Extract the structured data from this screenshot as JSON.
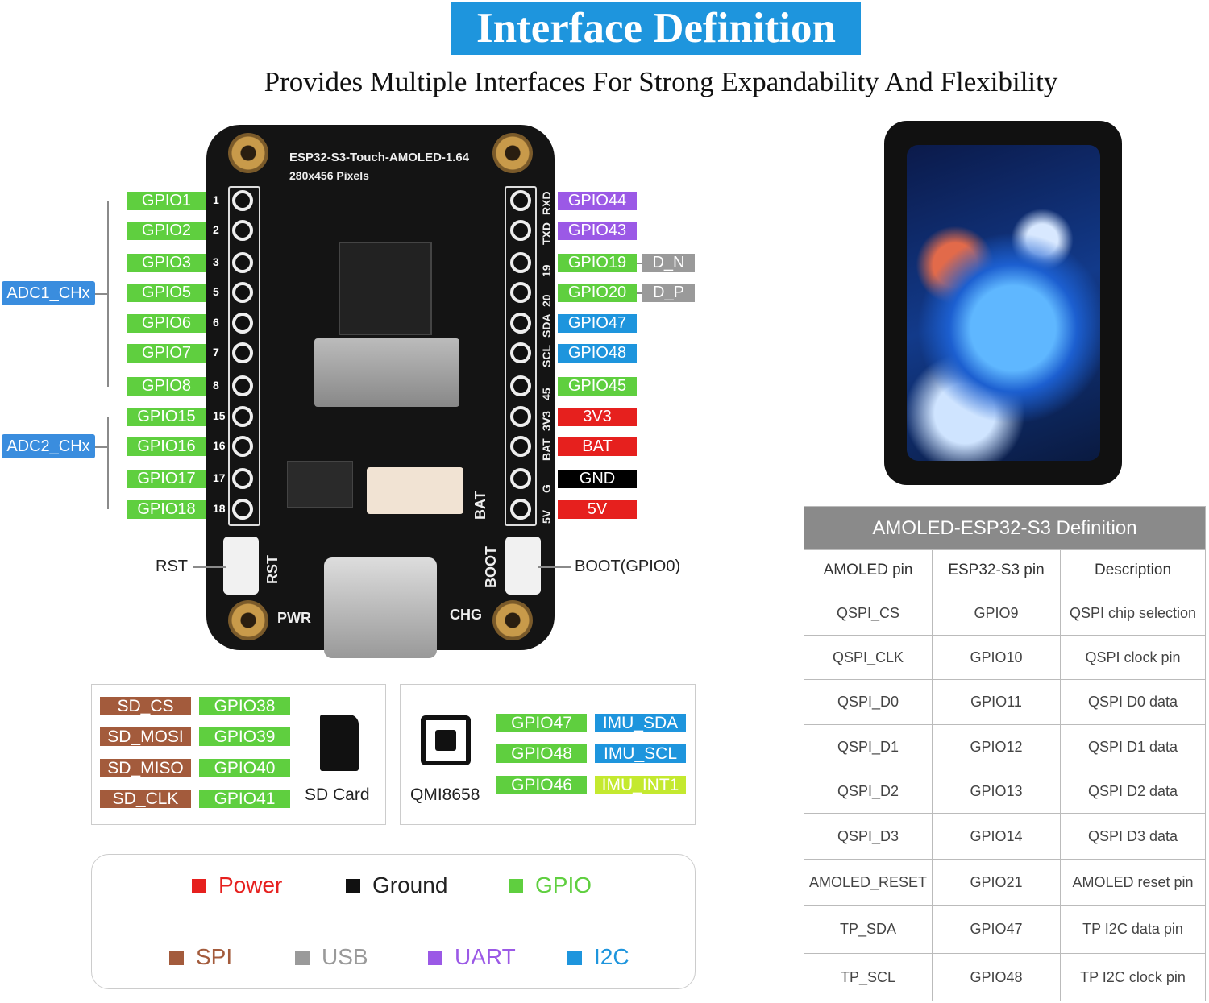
{
  "title": "Interface Definition",
  "subtitle": "Provides Multiple Interfaces For Strong Expandability And Flexibility",
  "board": {
    "name": "ESP32-S3-Touch-AMOLED-1.64",
    "resolution": "280x456 Pixels",
    "pwr": "PWR",
    "chg": "CHG",
    "rst_silk": "RST",
    "boot_silk": "BOOT",
    "bat_silk": "BAT"
  },
  "left_pins": [
    {
      "label": "GPIO1",
      "num": "1"
    },
    {
      "label": "GPIO2",
      "num": "2"
    },
    {
      "label": "GPIO3",
      "num": "3"
    },
    {
      "label": "GPIO5",
      "num": "5"
    },
    {
      "label": "GPIO6",
      "num": "6"
    },
    {
      "label": "GPIO7",
      "num": "7"
    },
    {
      "label": "GPIO8",
      "num": "8"
    },
    {
      "label": "GPIO15",
      "num": "15"
    },
    {
      "label": "GPIO16",
      "num": "16"
    },
    {
      "label": "GPIO17",
      "num": "17"
    },
    {
      "label": "GPIO18",
      "num": "18"
    }
  ],
  "right_pins": [
    {
      "label": "GPIO44",
      "silk": "RXD",
      "extra": ""
    },
    {
      "label": "GPIO43",
      "silk": "TXD",
      "extra": ""
    },
    {
      "label": "GPIO19",
      "silk": "19",
      "extra": "D_N"
    },
    {
      "label": "GPIO20",
      "silk": "20",
      "extra": "D_P"
    },
    {
      "label": "GPIO47",
      "silk": "SDA",
      "extra": ""
    },
    {
      "label": "GPIO48",
      "silk": "SCL",
      "extra": ""
    },
    {
      "label": "GPIO45",
      "silk": "45",
      "extra": ""
    },
    {
      "label": "3V3",
      "silk": "3V3",
      "extra": ""
    },
    {
      "label": "BAT",
      "silk": "BAT",
      "extra": ""
    },
    {
      "label": "GND",
      "silk": "G",
      "extra": ""
    },
    {
      "label": "5V",
      "silk": "5V",
      "extra": ""
    }
  ],
  "adc1": "ADC1_CHx",
  "adc2": "ADC2_CHx",
  "rst_label": "RST",
  "boot_label": "BOOT(GPIO0)",
  "sd_panel": {
    "rows": [
      {
        "sig": "SD_CS",
        "gpio": "GPIO38"
      },
      {
        "sig": "SD_MOSI",
        "gpio": "GPIO39"
      },
      {
        "sig": "SD_MISO",
        "gpio": "GPIO40"
      },
      {
        "sig": "SD_CLK",
        "gpio": "GPIO41"
      }
    ],
    "caption": "SD Card"
  },
  "imu_panel": {
    "rows": [
      {
        "gpio": "GPIO47",
        "sig": "IMU_SDA"
      },
      {
        "gpio": "GPIO48",
        "sig": "IMU_SCL"
      },
      {
        "gpio": "GPIO46",
        "sig": "IMU_INT1"
      }
    ],
    "caption": "QMI8658"
  },
  "legend": [
    {
      "label": "Power",
      "color": "#e6201e"
    },
    {
      "label": "Ground",
      "color": "#111111"
    },
    {
      "label": "GPIO",
      "color": "#5fcf3f"
    },
    {
      "label": "SPI",
      "color": "#a35b3c"
    },
    {
      "label": "USB",
      "color": "#9a9a9a"
    },
    {
      "label": "UART",
      "color": "#9b59e6"
    },
    {
      "label": "I2C",
      "color": "#1e95dd"
    }
  ],
  "table": {
    "title": "AMOLED-ESP32-S3 Definition",
    "columns": [
      "AMOLED pin",
      "ESP32-S3 pin",
      "Description"
    ],
    "rows": [
      [
        "QSPI_CS",
        "GPIO9",
        "QSPI chip selection"
      ],
      [
        "QSPI_CLK",
        "GPIO10",
        "QSPI clock pin"
      ],
      [
        "QSPI_D0",
        "GPIO11",
        "QSPI D0 data"
      ],
      [
        "QSPI_D1",
        "GPIO12",
        "QSPI D1 data"
      ],
      [
        "QSPI_D2",
        "GPIO13",
        "QSPI D2 data"
      ],
      [
        "QSPI_D3",
        "GPIO14",
        "QSPI D3 data"
      ],
      [
        "AMOLED_RESET",
        "GPIO21",
        "AMOLED reset pin"
      ],
      [
        "TP_SDA",
        "GPIO47",
        "TP I2C data pin"
      ],
      [
        "TP_SCL",
        "GPIO48",
        "TP I2C clock pin"
      ]
    ]
  }
}
